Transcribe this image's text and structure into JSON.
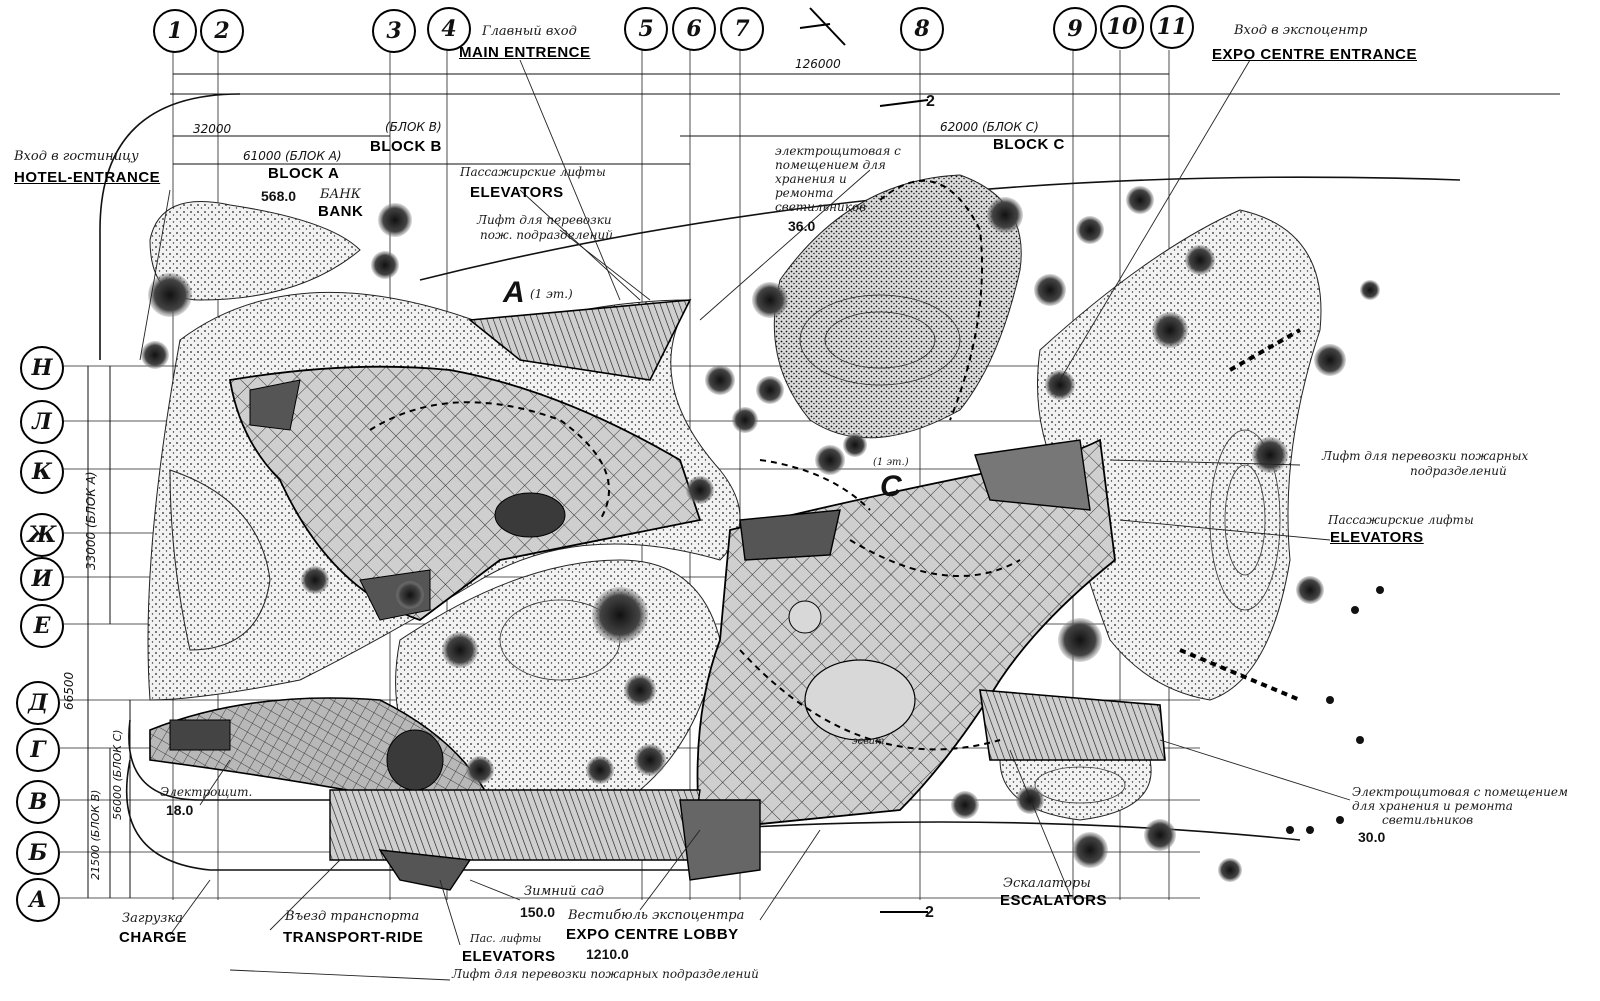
{
  "column_axes": [
    "1",
    "2",
    "3",
    "4",
    "5",
    "6",
    "7",
    "8",
    "9",
    "10",
    "11"
  ],
  "row_axes": [
    "Н",
    "Л",
    "К",
    "Ж",
    "И",
    "Е",
    "Д",
    "Г",
    "В",
    "Б",
    "А"
  ],
  "dimensions": {
    "overall": "126000",
    "block_a_width": "61000 (БЛОК А)",
    "width_32000": "32000",
    "block_b_label": "(БЛОК В)",
    "block_c_width": "62000 (БЛОК С)",
    "block_a_depth": "33000 (БЛОК А)",
    "overall_depth": "66500",
    "block_b_depth": "21500 (БЛОК В)",
    "block_c_depth": "56000 (БЛОК С)"
  },
  "blocks": {
    "a_letter": "A",
    "a_floor": "(1 эт.)",
    "c_letter": "C",
    "c_floor": "(1 эт.)",
    "block_a": "BLOCK A",
    "block_b": "BLOCK B",
    "block_c": "BLOCK C"
  },
  "annotations": {
    "main_entrance_ru": "Главный вход",
    "main_entrance_en": "MAIN ENTRENCE",
    "expo_entrance_ru": "Вход в экспоцентр",
    "expo_entrance_en": "EXPO CENTRE ENTRANCE",
    "hotel_entrance_ru": "Вход в гостиницу",
    "hotel_entrance_en": "HOTEL-ENTRANCE",
    "bank_area": "568.0",
    "bank_ru": "БАНК",
    "bank_en": "BANK",
    "elevators_top_ru": "Пассажирские лифты",
    "elevators_top_en": "ELEVATORS",
    "fire_lift_top_ru1": "Лифт для перевозки",
    "fire_lift_top_ru2": "пож. подразделений",
    "electro_top_ru1": "электрощитовая с",
    "electro_top_ru2": "помещением для",
    "electro_top_ru3": "хранения и",
    "electro_top_ru4": "ремонта",
    "electro_top_ru5": "светильников",
    "electro_top_area": "36.0",
    "fire_lift_right_ru1": "Лифт для перевозки пожарных",
    "fire_lift_right_ru2": "подразделений",
    "elevators_right_ru": "Пассажирские лифты",
    "elevators_right_en": "ELEVATORS",
    "electro_right_ru1": "Электрощитовая с помещением",
    "electro_right_ru2": "для хранения и ремонта",
    "electro_right_ru3": "светильников",
    "electro_right_area": "30.0",
    "electro_left_ru": "Электрощит.",
    "electro_left_area": "18.0",
    "winter_garden_ru": "Зимний сад",
    "winter_garden_area": "150.0",
    "lobby_ru": "Вестибюль экспоцентра",
    "lobby_en": "EXPO CENTRE LOBBY",
    "lobby_area": "1210.0",
    "escalators_ru": "Эскалаторы",
    "escalators_en": "ESCALATORS",
    "charge_ru": "Загрузка",
    "charge_en": "CHARGE",
    "transport_ru": "Въезд транспорта",
    "transport_en": "TRANSPORT-RIDE",
    "elevators_bottom_ru": "Пас. лифты",
    "elevators_bottom_en": "ELEVATORS",
    "fire_lift_bottom_ru": "Лифт для перевозки пожарных подразделений",
    "section_mark_top": "2",
    "section_mark_bottom": "2",
    "stage_label": "эсват"
  }
}
